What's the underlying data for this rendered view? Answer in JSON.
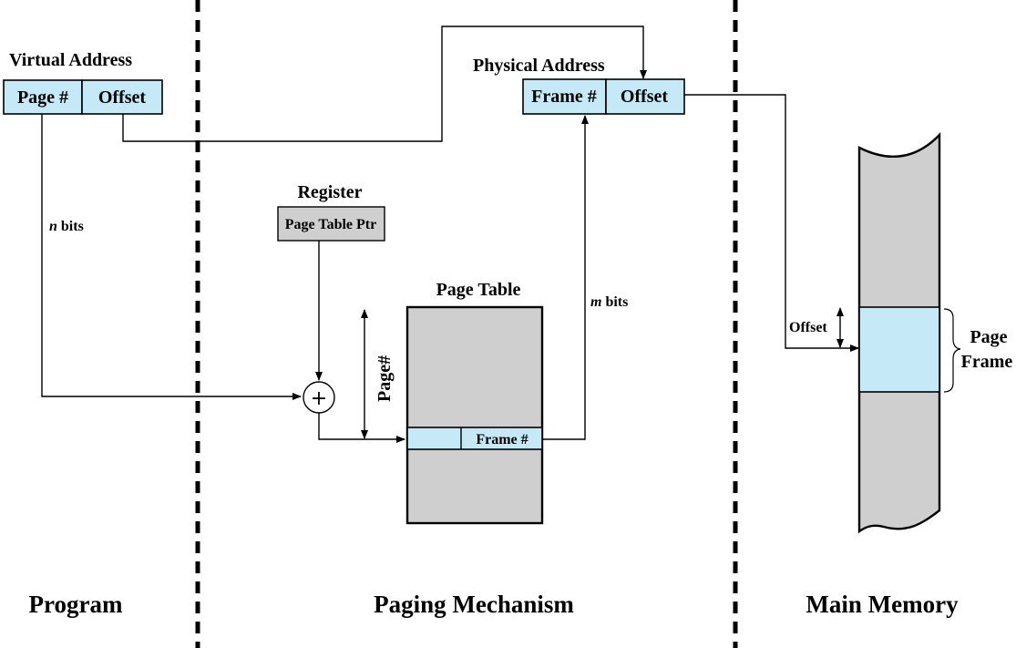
{
  "sections": {
    "program": "Program",
    "paging": "Paging Mechanism",
    "memory": "Main Memory"
  },
  "virtual_address": {
    "title": "Virtual Address",
    "page": "Page #",
    "offset": "Offset"
  },
  "physical_address": {
    "title": "Physical Address",
    "frame": "Frame #",
    "offset": "Offset"
  },
  "register": {
    "title": "Register",
    "label": "Page Table Ptr"
  },
  "page_table": {
    "title": "Page Table",
    "entry": "Frame #",
    "index_label": "Page#"
  },
  "labels": {
    "n_bits_var": "n",
    "n_bits_unit": " bits",
    "m_bits_var": "m",
    "m_bits_unit": " bits",
    "adder": "+",
    "offset": "Offset",
    "page_frame_1": "Page",
    "page_frame_2": "Frame"
  }
}
